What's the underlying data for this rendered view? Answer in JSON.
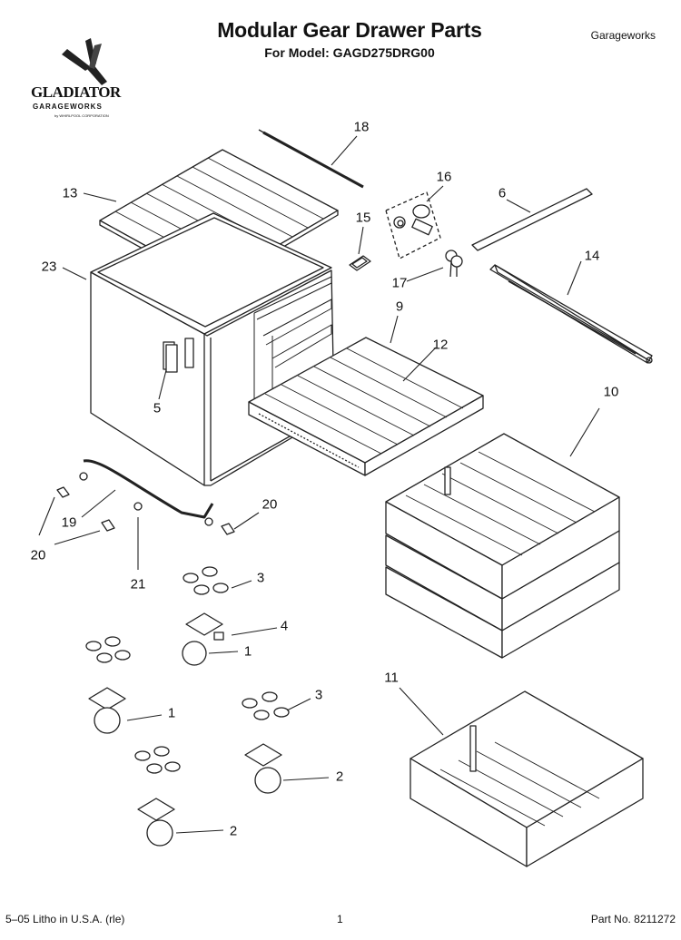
{
  "header": {
    "title": "Modular Gear Drawer Parts",
    "subtitle": "For Model: GAGD275DRG00",
    "brand": "Garageworks"
  },
  "logo": {
    "word": "GLADIATOR",
    "sub": "GARAGEWORKS",
    "tiny": "by WHIRLPOOL CORPORATION"
  },
  "callouts": [
    {
      "id": "18",
      "label": "18"
    },
    {
      "id": "16",
      "label": "16"
    },
    {
      "id": "13",
      "label": "13"
    },
    {
      "id": "6",
      "label": "6"
    },
    {
      "id": "15",
      "label": "15"
    },
    {
      "id": "23",
      "label": "23"
    },
    {
      "id": "14",
      "label": "14"
    },
    {
      "id": "17",
      "label": "17"
    },
    {
      "id": "9",
      "label": "9"
    },
    {
      "id": "12",
      "label": "12"
    },
    {
      "id": "10",
      "label": "10"
    },
    {
      "id": "5",
      "label": "5"
    },
    {
      "id": "20a",
      "label": "20"
    },
    {
      "id": "19",
      "label": "19"
    },
    {
      "id": "20b",
      "label": "20"
    },
    {
      "id": "21",
      "label": "21"
    },
    {
      "id": "3a",
      "label": "3"
    },
    {
      "id": "4",
      "label": "4"
    },
    {
      "id": "1a",
      "label": "1"
    },
    {
      "id": "11",
      "label": "11"
    },
    {
      "id": "1b",
      "label": "1"
    },
    {
      "id": "3b",
      "label": "3"
    },
    {
      "id": "2a",
      "label": "2"
    },
    {
      "id": "2b",
      "label": "2"
    }
  ],
  "footer": {
    "left": "5–05 Litho in U.S.A. (rle)",
    "page": "1",
    "part": "Part No. 8211272"
  }
}
